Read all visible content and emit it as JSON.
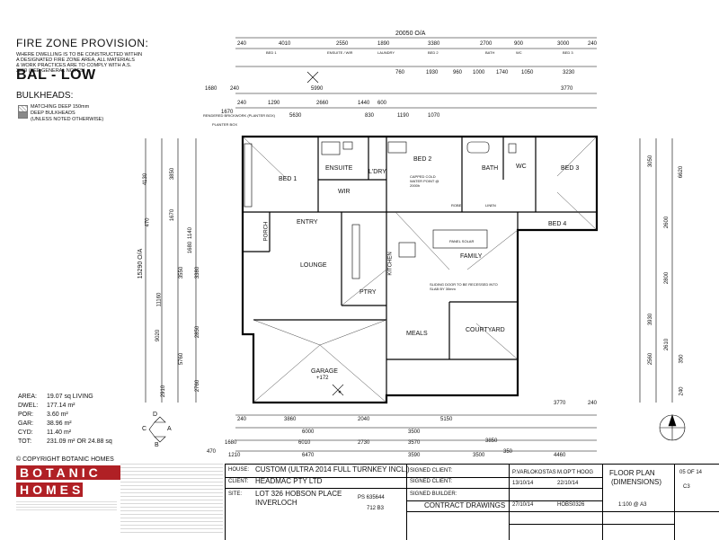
{
  "fire_zone": {
    "title": "FIRE ZONE PROVISION:",
    "lines": [
      "WHERE DWELLING IS TO BE CONSTRUCTED WITHIN",
      "A DESIGNATED FIRE ZONE AREA, ALL MATERIALS",
      "& WORK PRACTICES ARE TO COMPLY WITH A.S.",
      "3959 (SEE GENERAL NOTES)"
    ],
    "bal": "BAL - LOW"
  },
  "bulkheads": {
    "title": "BULKHEADS:",
    "items": [
      "MATCHING DEEP 150mm",
      "DEEP BULKHEADS",
      "(UNLESS NOTED OTHERWISE)"
    ]
  },
  "areas": [
    {
      "label": "AREA:",
      "value": "19.07 sq  LIVING"
    },
    {
      "label": "DWEL:",
      "value": "177.14 m²"
    },
    {
      "label": "POR:",
      "value": "3.60 m²"
    },
    {
      "label": "GAR:",
      "value": "38.96 m²"
    },
    {
      "label": "CYD:",
      "value": "11.40 m²"
    },
    {
      "label": "TOT:",
      "value": "231.09 m²  OR  24.88 sq"
    }
  ],
  "copyright": "© COPYRIGHT BOTANIC HOMES",
  "logo": {
    "line1": "BOTANIC",
    "line2": "HOMES",
    "color": "#b02025"
  },
  "rooms": {
    "bed1": "BED 1",
    "ensuite": "ENSUITE",
    "wir": "WIR",
    "ldry": "L'DRY",
    "bed2": "BED 2",
    "bath": "BATH",
    "wc": "WC",
    "bed3": "BED 3",
    "bed4": "BED 4",
    "entry": "ENTRY",
    "porch": "PORCH",
    "lounge": "LOUNGE",
    "kitchen": "KITCHEN",
    "family": "FAMILY",
    "ptry": "PTRY",
    "meals": "MEALS",
    "courtyard": "COURTYARD",
    "garage": "GARAGE",
    "garage_sub": "+172",
    "linen": "LINEN",
    "robe": "ROBE",
    "panel": "PANEL SOLAR"
  },
  "dims": {
    "overall_top": "20050 O/A",
    "top_row1": [
      "240",
      "4010",
      "2550",
      "1890",
      "3380",
      "2700",
      "900",
      "3000",
      "240"
    ],
    "top_row1_sub": [
      "BED 1",
      "ENSUITE / WIR",
      "LAUNDRY",
      "BED 2",
      "BATH",
      "WC",
      "BED 3"
    ],
    "top_row2": [
      "760",
      "1930",
      "960",
      "1000",
      "1740",
      "1050",
      "3230"
    ],
    "top_row3": [
      "1680",
      "240",
      "5990",
      "3770"
    ],
    "top_row4": [
      "240",
      "1290",
      "2660",
      "1440",
      "600"
    ],
    "top_row5": [
      "1670",
      "5630",
      "830",
      "1190",
      "1070"
    ],
    "left_overall": "15290 O/A",
    "left_col": [
      "4130",
      "470",
      "11160",
      "9020",
      "2910"
    ],
    "left_sub": [
      "3850",
      "1670",
      "1140",
      "1680",
      "3550",
      "3380",
      "2850",
      "5760",
      "2760"
    ],
    "right_overall": "6620",
    "right_col": [
      "3050",
      "2600",
      "2800",
      "3930",
      "2560",
      "2610",
      "350",
      "240"
    ],
    "bottom_row1": [
      "240",
      "3860",
      "2040",
      "5150",
      "3770",
      "240"
    ],
    "bottom_row2": [
      "6000",
      "3500",
      "3850"
    ],
    "bottom_row3": [
      "1680",
      "6010",
      "2730",
      "3570"
    ],
    "bottom_row4": [
      "470",
      "1210",
      "6470",
      "3590",
      "3500",
      "350",
      "4460"
    ]
  },
  "notes": {
    "brickwork": "RENDERED BRICKWORK (PLANTER BOX)",
    "capped": "CAPPED COLD WATER POINT @ 2000h",
    "sliding": "SLIDING DOOR TO BE RECESSED INTO SLAB BY 30mm",
    "planter": "PLANTER BOX"
  },
  "title_block": {
    "house_label": "HOUSE:",
    "house": "CUSTOM (ULTRA 2014 FULL TURNKEY INCL.)",
    "client_label": "CLIENT:",
    "client": "HEADMAC PTY LTD",
    "site_label": "SITE:",
    "site_line1": "LOT 326 HOBSON PLACE",
    "site_line2": "INVERLOCH",
    "signed_client1": "SIGNED CLIENT:",
    "signed_client2": "SIGNED CLIENT:",
    "signed_builder": "SIGNED BUILDER:",
    "contract": "CONTRACT DRAWINGS",
    "plan_ref": "PS 635644",
    "map_ref": "712 B3",
    "drawn_by": "P.VARLOKOSTAS",
    "checked_by": "M.OP'T HOOG",
    "date1": "13/10/14",
    "date2": "22/10/14",
    "date3": "27/10/14",
    "job_no": "HOBS0326",
    "drawing": "FLOOR PLAN",
    "drawing_sub": "(DIMENSIONS)",
    "scale": "1:100 @ A3",
    "sheet": "05 OF 14",
    "sheet_code": "C3"
  },
  "compass": {
    "n": "D",
    "letters": [
      "B",
      "C",
      "A"
    ]
  }
}
